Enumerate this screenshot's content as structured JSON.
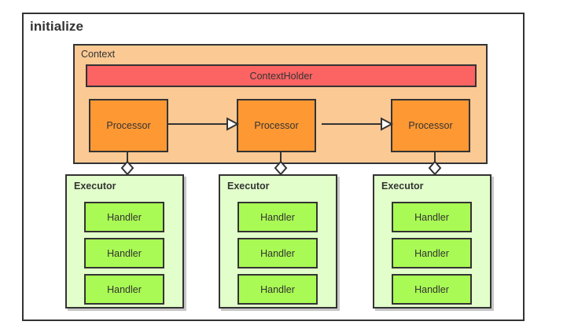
{
  "diagram": {
    "title": "initialize",
    "type": "component-architecture-diagram",
    "colors": {
      "frame_border": "#333333",
      "background": "#ffffff",
      "context_fill": "#FBC994",
      "context_holder_fill": "#FB6463",
      "processor_fill": "#FE9833",
      "executor_fill": "#E2FFCB",
      "handler_fill": "#A9FA54",
      "text": "#333333"
    },
    "context": {
      "label": "Context",
      "context_holder": {
        "label": "ContextHolder"
      },
      "processors": [
        {
          "label": "Processor"
        },
        {
          "label": "Processor"
        },
        {
          "label": "Processor"
        }
      ]
    },
    "executors": [
      {
        "label": "Executor",
        "handlers": [
          {
            "label": "Handler"
          },
          {
            "label": "Handler"
          },
          {
            "label": "Handler"
          }
        ]
      },
      {
        "label": "Executor",
        "handlers": [
          {
            "label": "Handler"
          },
          {
            "label": "Handler"
          },
          {
            "label": "Handler"
          }
        ]
      },
      {
        "label": "Executor",
        "handlers": [
          {
            "label": "Handler"
          },
          {
            "label": "Handler"
          },
          {
            "label": "Handler"
          }
        ]
      }
    ],
    "connectors": {
      "processor_chain": [
        {
          "from": "Processor 1",
          "to": "Processor 2",
          "style": "open-arrow"
        },
        {
          "from": "Processor 2",
          "to": "Processor 3",
          "style": "open-arrow"
        }
      ],
      "processor_to_executor": [
        {
          "from": "Processor 1",
          "to": "Executor 1",
          "style": "open-diamond-aggregation"
        },
        {
          "from": "Processor 2",
          "to": "Executor 2",
          "style": "open-diamond-aggregation"
        },
        {
          "from": "Processor 3",
          "to": "Executor 3",
          "style": "open-diamond-aggregation"
        }
      ]
    }
  }
}
